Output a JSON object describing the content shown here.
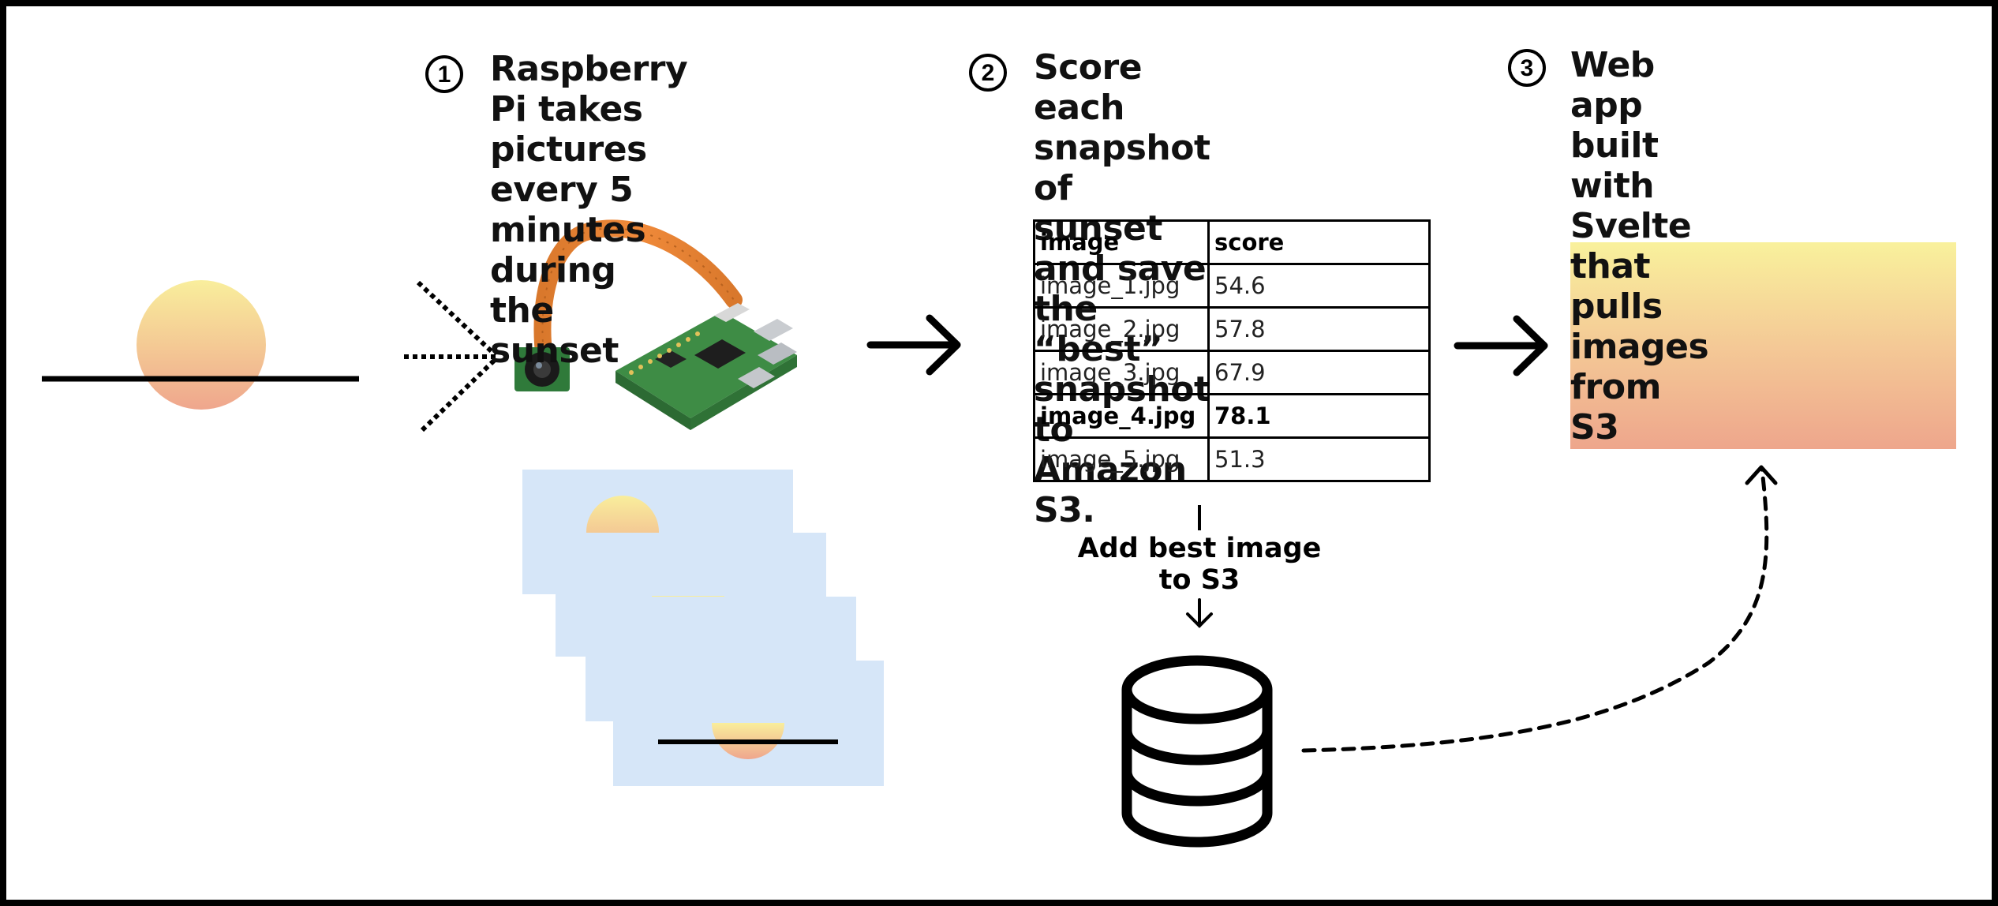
{
  "steps": [
    {
      "number": "1",
      "title": "Raspberry Pi takes\npictures every 5\nminutes during the\nsunset"
    },
    {
      "number": "2",
      "title": "Score each snapshot of\nsunset and save the\n“best” snapshot to\nAmazon S3."
    },
    {
      "number": "3",
      "title": "Web app built with\nSvelte that pulls\nimages from S3"
    }
  ],
  "table": {
    "headers": [
      "image",
      "score"
    ],
    "rows": [
      {
        "image": "image_1.jpg",
        "score": "54.6"
      },
      {
        "image": "image_2.jpg",
        "score": "57.8"
      },
      {
        "image": "image_3.jpg",
        "score": "67.9"
      },
      {
        "image": "image_4.jpg",
        "score": "78.1"
      },
      {
        "image": "image_5.jpg",
        "score": "51.3"
      }
    ],
    "best_row_index": 3
  },
  "upload_label": "Add best image\nto S3",
  "icons": [
    "sunset-icon",
    "camera-rays-icon",
    "raspberry-pi-camera-photo",
    "snapshot-stack-icon",
    "arrow-right-icon",
    "arrow-down-icon",
    "database-icon",
    "dashed-curve-arrow-icon",
    "web-app-gradient-preview"
  ],
  "colors": {
    "sun_top": "#F9EE9C",
    "sun_bottom": "#EFA68D",
    "snapshot_bg": "#D6E6F8",
    "pcb_green": "#3E8C45",
    "ribbon_orange": "#E07A2B",
    "stroke": "#000000"
  }
}
